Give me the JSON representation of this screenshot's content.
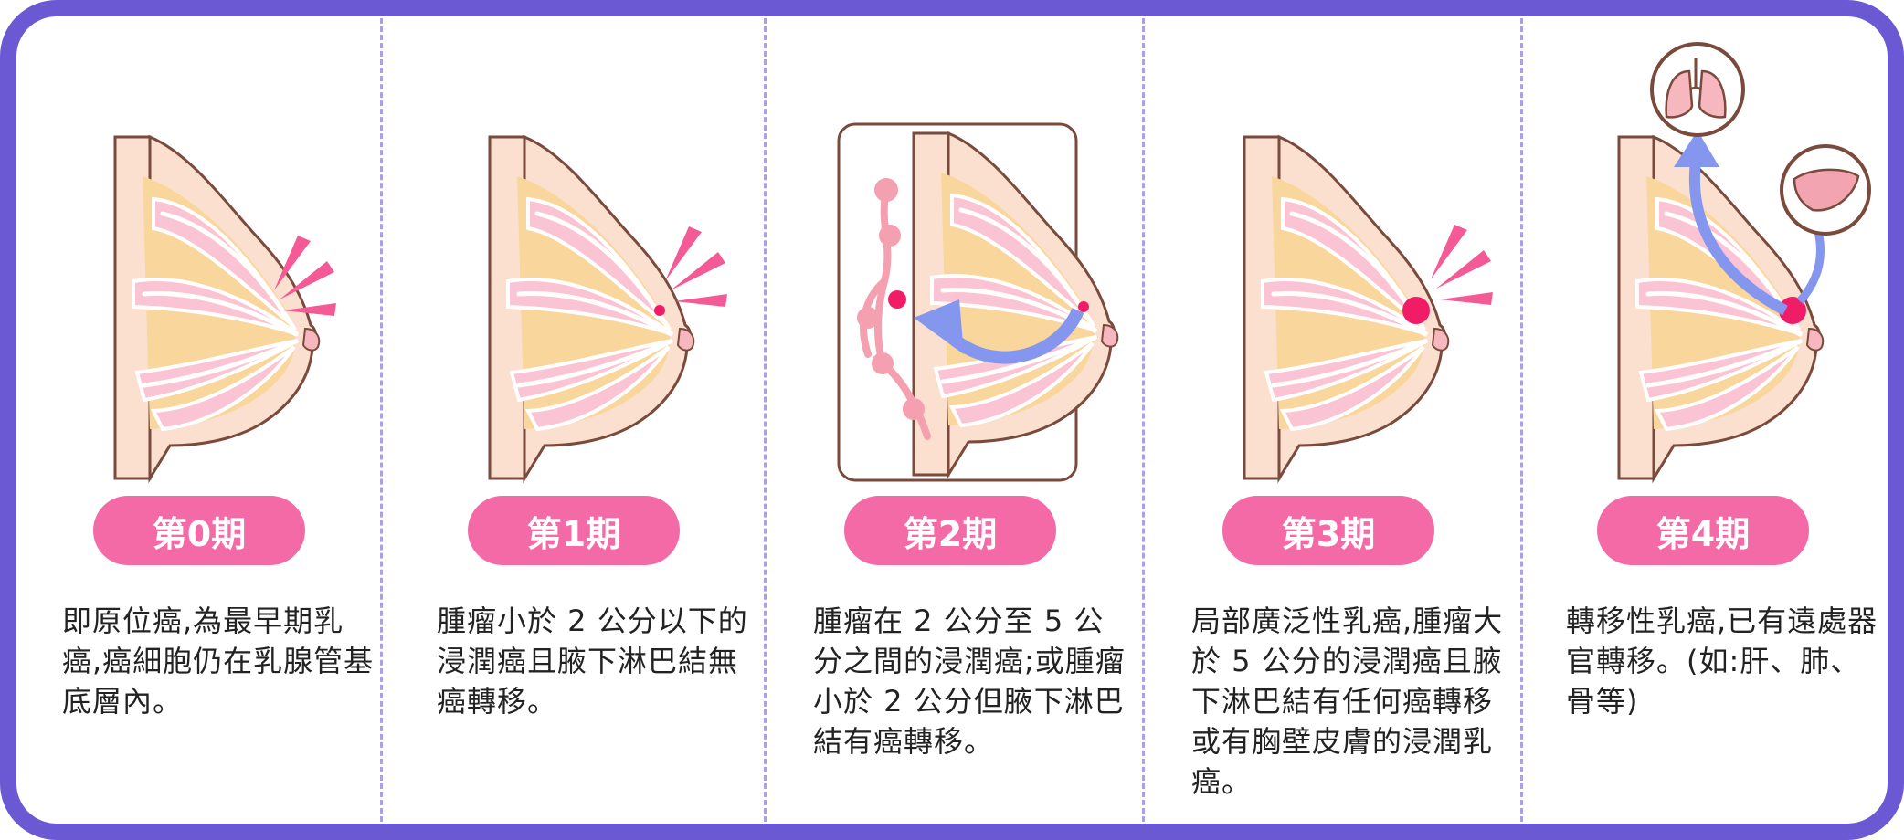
{
  "stages": [
    {
      "label": "第0期",
      "description": "即原位癌,為最早期乳癌,癌細胞仍在乳腺管基底層內。"
    },
    {
      "label": "第1期",
      "description": "腫瘤小於 2 公分以下的浸潤癌且腋下淋巴結無癌轉移。"
    },
    {
      "label": "第2期",
      "description": "腫瘤在 2 公分至 5 公分之間的浸潤癌;或腫瘤小於 2 公分但腋下淋巴結有癌轉移。"
    },
    {
      "label": "第3期",
      "description": "局部廣泛性乳癌,腫瘤大於 5 公分的浸潤癌且腋下淋巴結有任何癌轉移或有胸壁皮膚的浸潤乳癌。"
    },
    {
      "label": "第4期",
      "description": "轉移性乳癌,已有遠處器官轉移。(如:肝、肺、骨等)"
    }
  ],
  "colors": {
    "frame": "#6b58d3",
    "divider": "#aaa0e6",
    "pill": "#f36aa6",
    "skin": "#fbe0cf",
    "fat": "#f9d79c",
    "gland": "#f8bfd2",
    "tumor": "#f01d66",
    "alert": "#f45a95",
    "arrow": "#8596ef"
  },
  "icons": [
    "lung-icon",
    "liver-icon",
    "alert-burst-icon",
    "spread-arrow-icon"
  ]
}
